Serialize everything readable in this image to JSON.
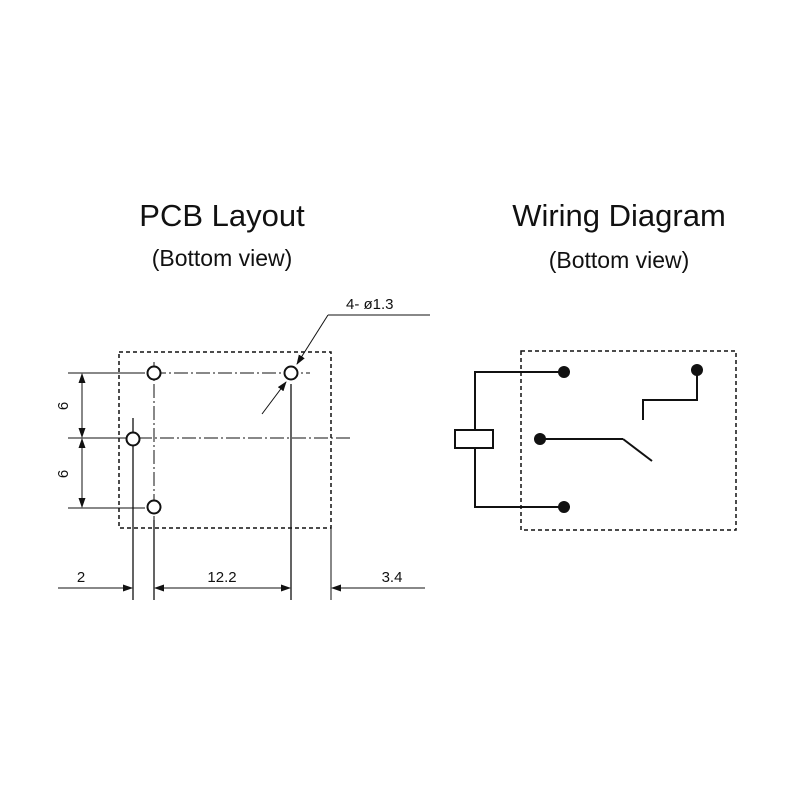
{
  "pcb_layout": {
    "title": "PCB Layout",
    "subtitle": "(Bottom view)",
    "hole_callout": "4- ø1.3",
    "dimensions": {
      "vertical_upper": "6",
      "vertical_lower": "6",
      "left_offset": "2",
      "pin_span": "12.2",
      "right_offset": "3.4"
    }
  },
  "wiring_diagram": {
    "title": "Wiring Diagram",
    "subtitle": "(Bottom view)"
  }
}
